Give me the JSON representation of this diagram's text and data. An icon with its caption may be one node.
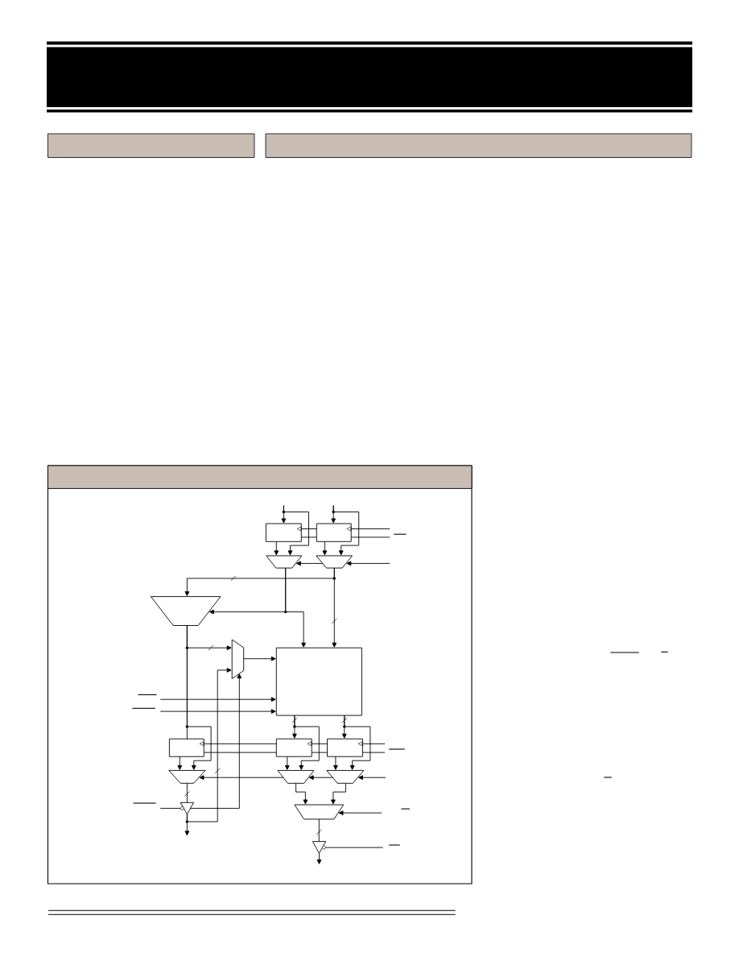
{
  "diagram": {
    "nodes": [
      {
        "text": [],
        "shape": "bar"
      },
      {
        "text": [],
        "shape": "bar"
      },
      {
        "text": [],
        "shape": "box"
      },
      {
        "text": [],
        "shape": "box"
      },
      {
        "text": [],
        "shape": "trapezoid"
      },
      {
        "text": [],
        "shape": "trapezoid"
      },
      {
        "text": [],
        "shape": "trapezoid"
      },
      {
        "text": [],
        "shape": "trapezoid"
      },
      {
        "text": [],
        "shape": "box"
      },
      {
        "text": [],
        "shape": "box"
      },
      {
        "text": [],
        "shape": "box"
      },
      {
        "text": [],
        "shape": "box"
      },
      {
        "text": [],
        "shape": "trapezoid"
      },
      {
        "text": [],
        "shape": "trapezoid"
      },
      {
        "text": [],
        "shape": "trapezoid"
      },
      {
        "text": [],
        "shape": "triangle"
      },
      {
        "text": [],
        "shape": "trapezoid"
      },
      {
        "text": [],
        "shape": "triangle"
      }
    ],
    "edges": [
      {
        "from": null,
        "to": 2,
        "arrow": "to"
      },
      {
        "from": null,
        "to": 4,
        "arrow": "to"
      },
      {
        "from": 2,
        "to": 4,
        "arrow": "to"
      },
      {
        "from": null,
        "to": 3,
        "arrow": "to"
      },
      {
        "from": null,
        "to": 5,
        "arrow": "to"
      },
      {
        "from": 3,
        "to": 5,
        "arrow": "to"
      },
      {
        "from": null,
        "to": 3,
        "arrow": "to"
      },
      {
        "from": 3,
        "to": 2,
        "arrow": "to"
      },
      {
        "from": null,
        "to": 3,
        "arrow": "none"
      },
      {
        "from": 3,
        "to": 2,
        "arrow": "none"
      },
      {
        "from": null,
        "to": 5,
        "arrow": "to"
      },
      {
        "from": 5,
        "to": 4,
        "arrow": "to"
      },
      {
        "from": 4,
        "to": 6,
        "arrow": "to"
      },
      {
        "from": 4,
        "to": 8,
        "arrow": "to"
      },
      {
        "from": 5,
        "to": 6,
        "arrow": "to"
      },
      {
        "from": 5,
        "to": 8,
        "arrow": "to"
      },
      {
        "from": 6,
        "to": 7,
        "arrow": "to"
      },
      {
        "from": 6,
        "to": 9,
        "arrow": "none"
      },
      {
        "from": 6,
        "to": 12,
        "arrow": "to"
      },
      {
        "from": 7,
        "to": 8,
        "arrow": "to"
      },
      {
        "from": null,
        "to": 8,
        "arrow": "to"
      },
      {
        "from": null,
        "to": 8,
        "arrow": "to"
      },
      {
        "from": 8,
        "to": 10,
        "arrow": "to"
      },
      {
        "from": 8,
        "to": 13,
        "arrow": "to"
      },
      {
        "from": 8,
        "to": 11,
        "arrow": "to"
      },
      {
        "from": 8,
        "to": 14,
        "arrow": "to"
      },
      {
        "from": 9,
        "to": 12,
        "arrow": "to"
      },
      {
        "from": 10,
        "to": 13,
        "arrow": "to"
      },
      {
        "from": 11,
        "to": 14,
        "arrow": "to"
      },
      {
        "from": null,
        "to": 11,
        "arrow": "to"
      },
      {
        "from": 11,
        "to": 10,
        "arrow": "to"
      },
      {
        "from": 10,
        "to": 9,
        "arrow": "to"
      },
      {
        "from": null,
        "to": 11,
        "arrow": "none"
      },
      {
        "from": 11,
        "to": 10,
        "arrow": "none"
      },
      {
        "from": 10,
        "to": 9,
        "arrow": "none"
      },
      {
        "from": null,
        "to": 14,
        "arrow": "to"
      },
      {
        "from": 14,
        "to": 13,
        "arrow": "to"
      },
      {
        "from": 13,
        "to": 12,
        "arrow": "to"
      },
      {
        "from": 12,
        "to": 15,
        "arrow": "none"
      },
      {
        "from": null,
        "to": 15,
        "arrow": "none"
      },
      {
        "from": 15,
        "to": 7,
        "arrow": "to"
      },
      {
        "from": 15,
        "to": null,
        "arrow": "to"
      },
      {
        "from": 15,
        "to": 7,
        "arrow": "to"
      },
      {
        "from": 13,
        "to": 16,
        "arrow": "to"
      },
      {
        "from": 14,
        "to": 16,
        "arrow": "to"
      },
      {
        "from": null,
        "to": 16,
        "arrow": "to"
      },
      {
        "from": 16,
        "to": 17,
        "arrow": "none"
      },
      {
        "from": null,
        "to": 17,
        "arrow": "none"
      },
      {
        "from": 17,
        "to": null,
        "arrow": "to"
      }
    ]
  }
}
